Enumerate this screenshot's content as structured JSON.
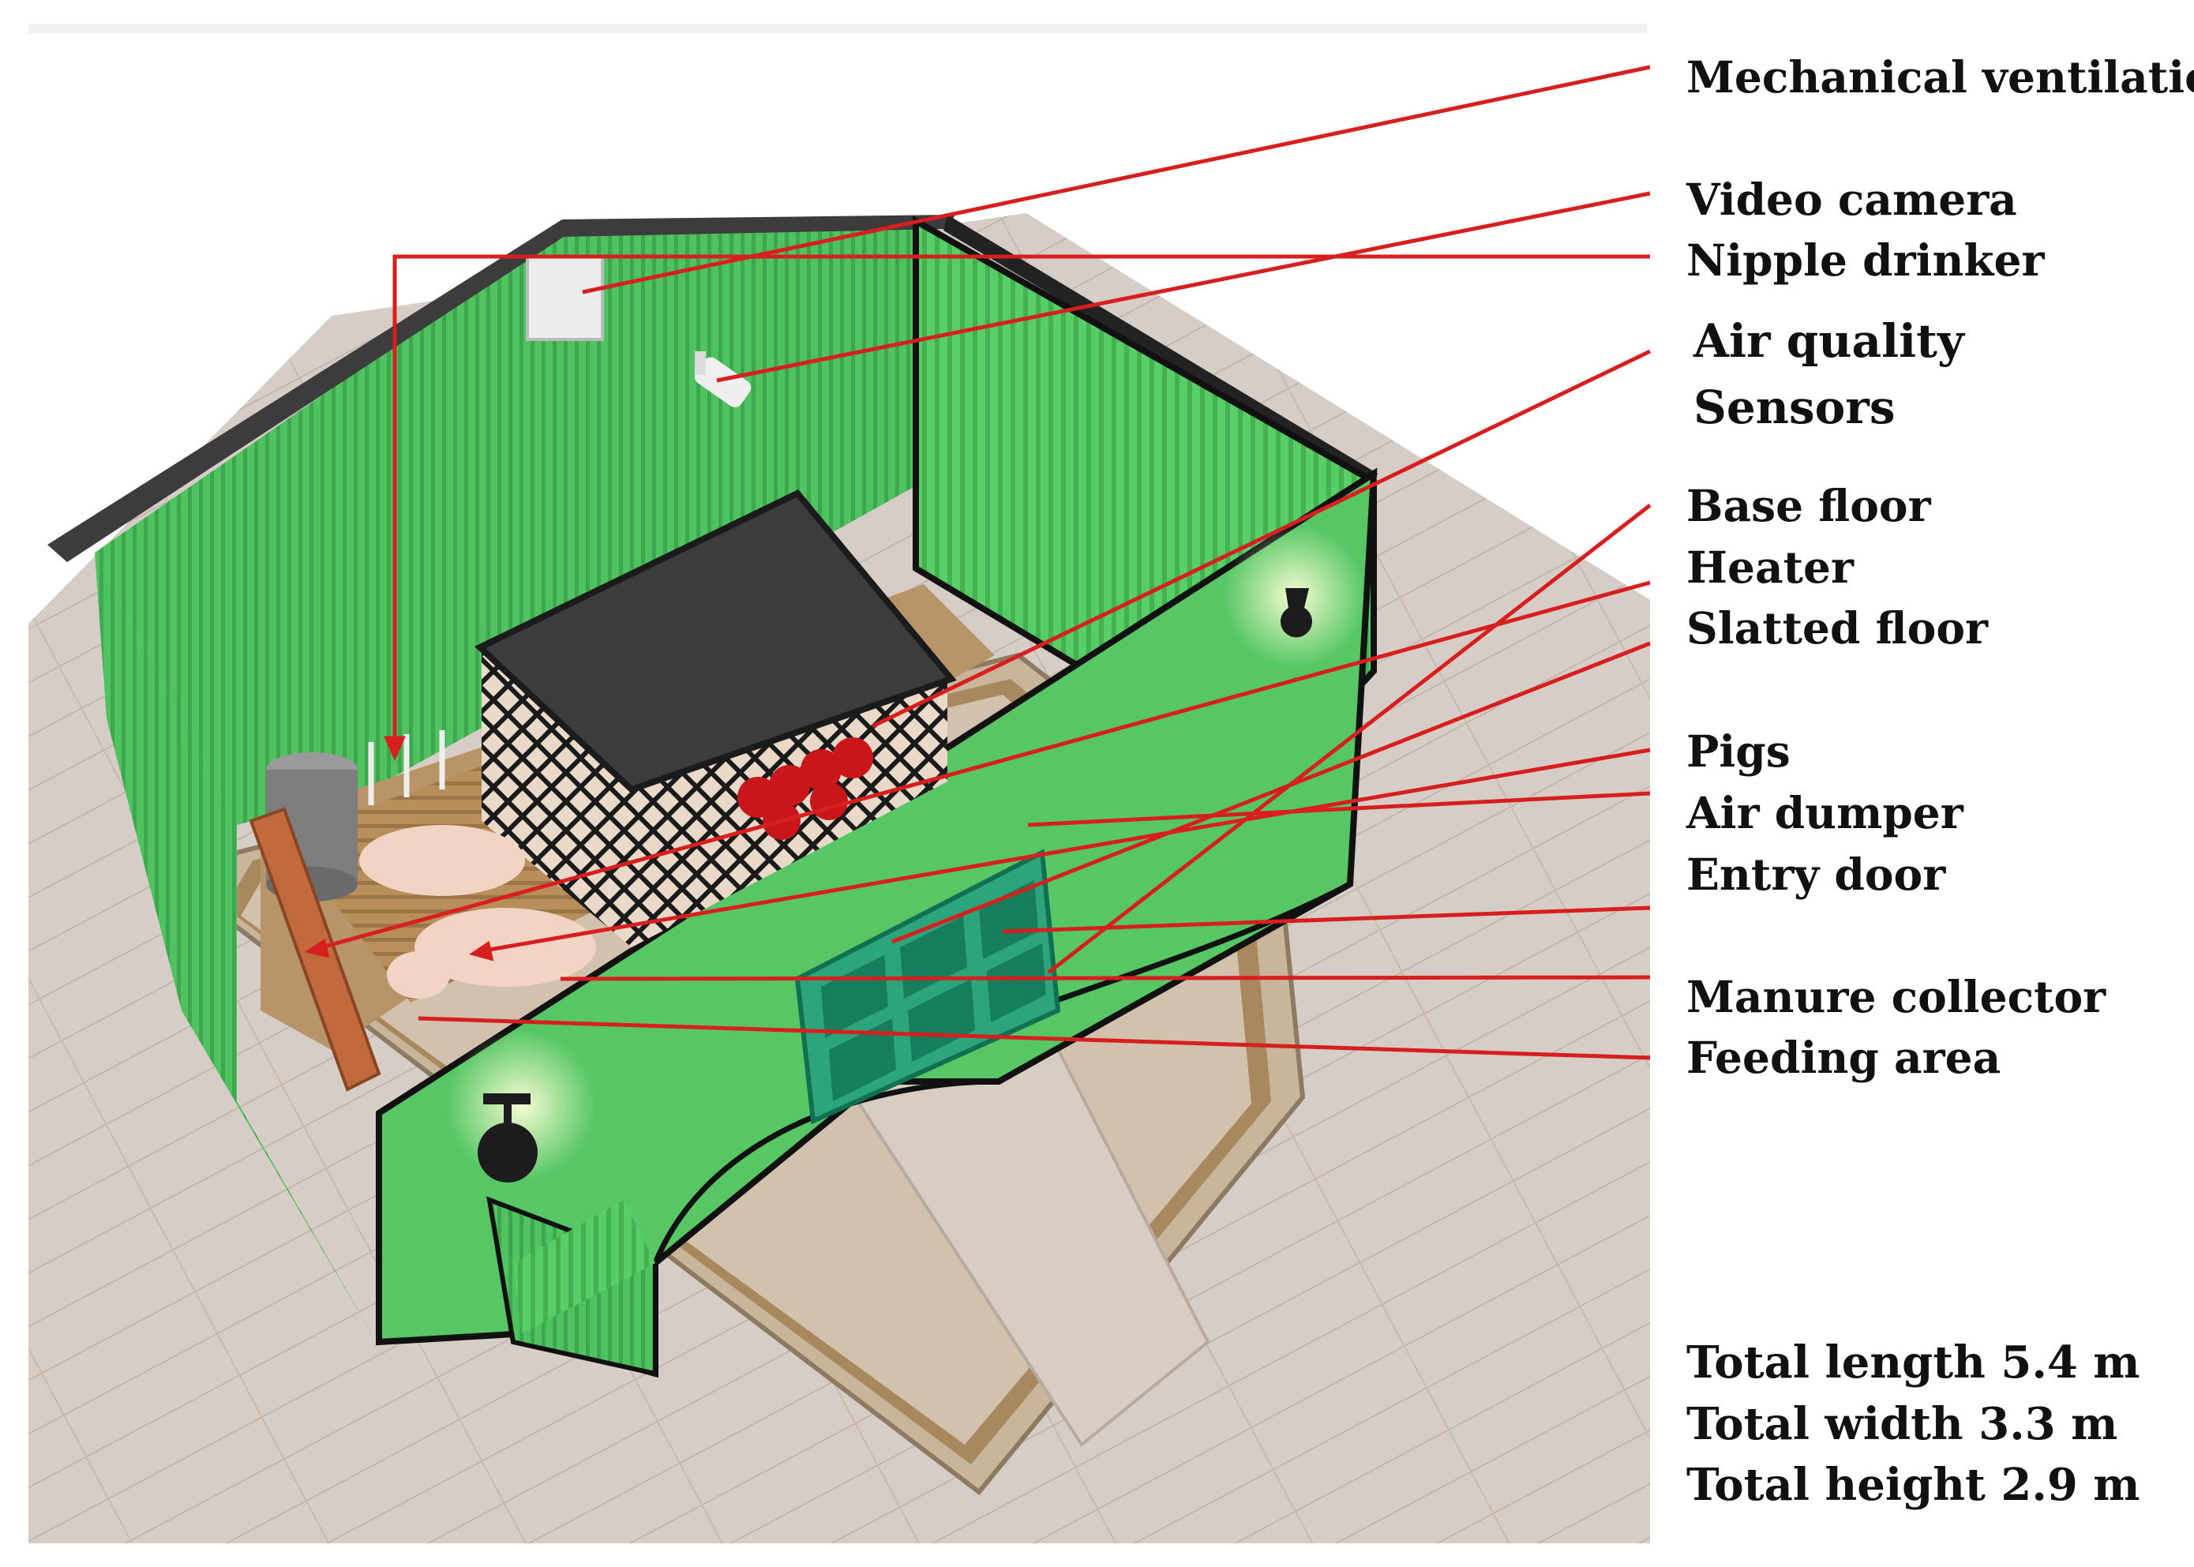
{
  "labels": {
    "mechanical_ventilation": "Mechanical ventilation",
    "video_camera": "Video camera",
    "nipple_drinker": "Nipple drinker",
    "air_quality": "Air quality",
    "sensors": "Sensors",
    "base_floor": "Base floor",
    "heater": "Heater",
    "slatted_floor": "Slatted floor",
    "pigs": "Pigs",
    "air_dumper": "Air dumper",
    "entry_door": "Entry door",
    "manure_collector": "Manure collector",
    "feeding_area": "Feeding area"
  },
  "dimensions": {
    "length": "Total length 5.4 m",
    "width": "Total width 3.3 m",
    "height": "Total height 2.9 m"
  },
  "colors": {
    "wall_green": "#4fc35f",
    "wall_green_light": "#6fdc7a",
    "frame_dark": "#1c1c1c",
    "roof_dark": "#3d3b3b",
    "leader_red": "#d81f1f",
    "floor_wood": "#cfc5bd"
  }
}
